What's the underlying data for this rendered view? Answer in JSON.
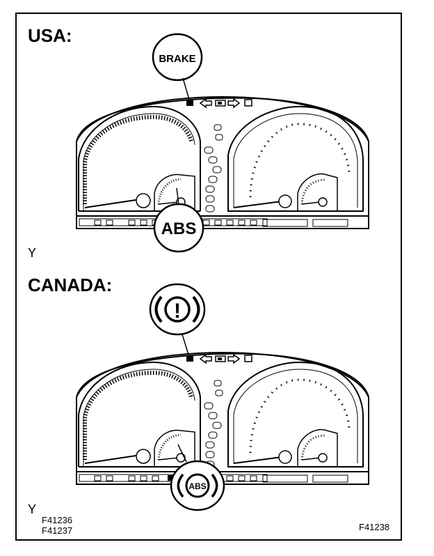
{
  "sections": [
    {
      "heading": "USA:",
      "top_indicator_text": "BRAKE",
      "bottom_indicator_text": "ABS",
      "footnote_mark": "Y"
    },
    {
      "heading": "CANADA:",
      "top_indicator_text": "!",
      "bottom_indicator_text": "ABS",
      "footnote_mark": "Y"
    }
  ],
  "figure_codes": {
    "left_line1": "F41236",
    "left_line2": "F41237",
    "right": "F41238"
  },
  "colors": {
    "ink": "#000000",
    "paper": "#ffffff"
  },
  "icons": {
    "turn_left": "arrow-left-icon",
    "headlight": "headlight-icon",
    "turn_right": "arrow-right-icon",
    "brake_warning": "exclamation-circle-icon"
  }
}
